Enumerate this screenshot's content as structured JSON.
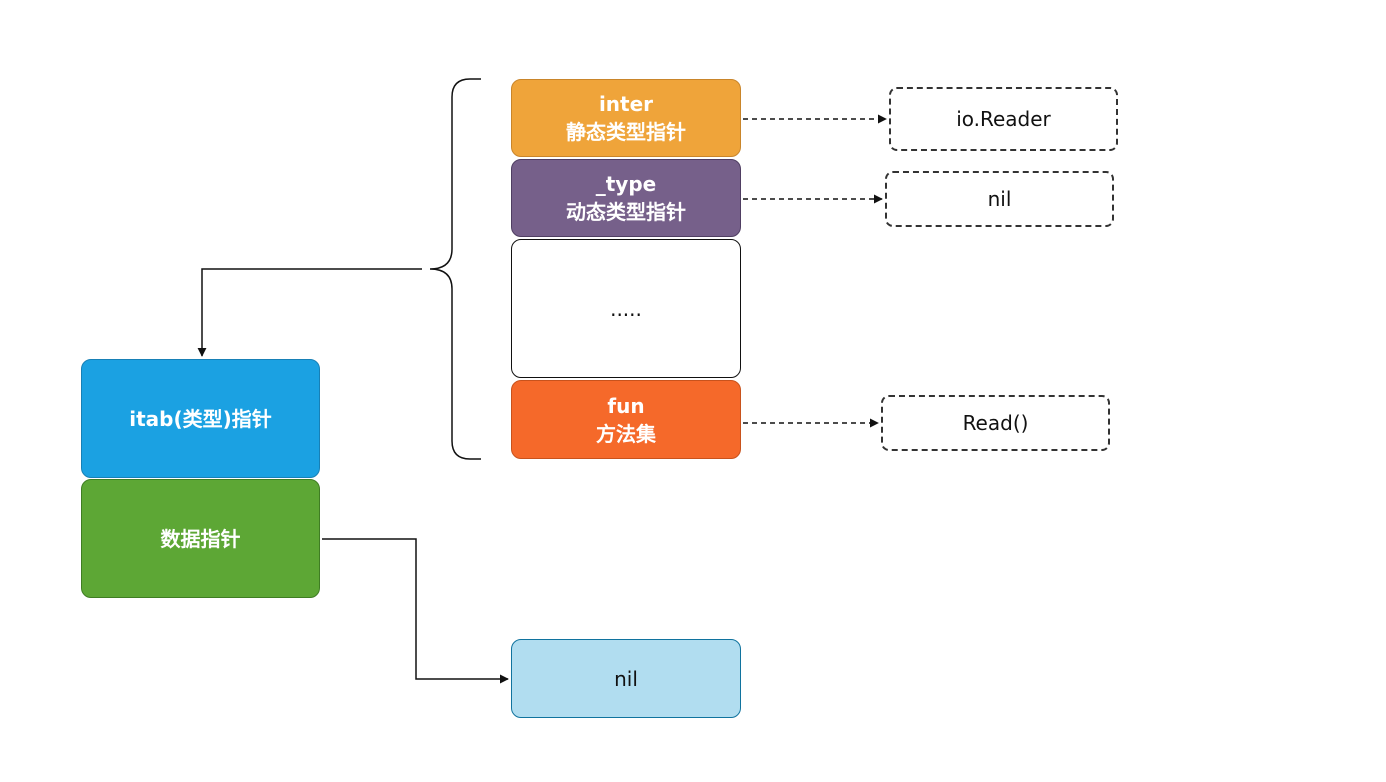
{
  "colors": {
    "inter_fill": "#efa43a",
    "type_fill": "#76608a",
    "fun_fill": "#f5692a",
    "itab_fill": "#1ba1e2",
    "data_fill": "#5da735",
    "nil_fill": "#b1ddf0",
    "line": "#111111"
  },
  "itab_struct": {
    "inter": {
      "name": "inter",
      "desc": "静态类型指针"
    },
    "type": {
      "name": "_type",
      "desc": "动态类型指针"
    },
    "ellipsis": ".....",
    "fun": {
      "name": "fun",
      "desc": "方法集"
    }
  },
  "targets": {
    "inter_target": "io.Reader",
    "type_target": "nil",
    "fun_target": "Read()"
  },
  "interface_value": {
    "itab_pointer": "itab(类型)指针",
    "data_pointer": "数据指针",
    "data_target": "nil"
  }
}
